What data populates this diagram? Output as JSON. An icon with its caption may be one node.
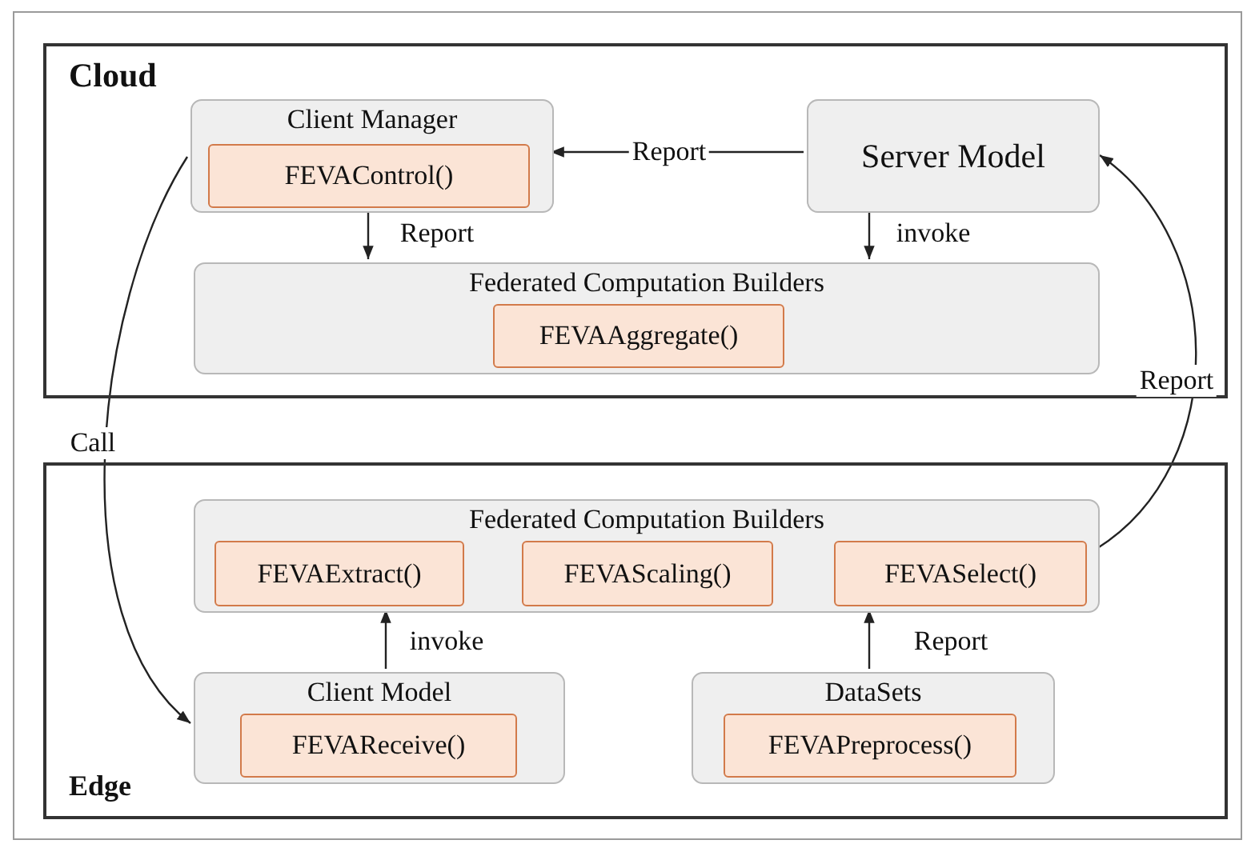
{
  "diagram": {
    "nodes": [
      {
        "text": [
          "Cloud"
        ]
      },
      {
        "text": [
          "Client Manager"
        ],
        "in": 0
      },
      {
        "text": [
          "FEVAControl()"
        ],
        "in": 1
      },
      {
        "text": [
          "Server Model"
        ],
        "in": 0
      },
      {
        "text": [
          "Federated Computation Builders"
        ],
        "in": 0
      },
      {
        "text": [
          "FEVAAggregate()"
        ],
        "in": 4
      },
      {
        "text": [
          "Edge"
        ]
      },
      {
        "text": [
          "Federated Computation Builders"
        ],
        "in": 6
      },
      {
        "text": [
          "FEVAExtract()"
        ],
        "in": 7
      },
      {
        "text": [
          "FEVAScaling()"
        ],
        "in": 7
      },
      {
        "text": [
          "FEVASelect()"
        ],
        "in": 7
      },
      {
        "text": [
          "Client Model"
        ],
        "in": 6
      },
      {
        "text": [
          "FEVAReceive()"
        ],
        "in": 11
      },
      {
        "text": [
          "DataSets"
        ],
        "in": 6
      },
      {
        "text": [
          "FEVAPreprocess()"
        ],
        "in": 13
      }
    ],
    "edges": [
      {
        "from": 3,
        "to": 1,
        "arrow": "to",
        "label": "Report"
      },
      {
        "from": 1,
        "to": 4,
        "arrow": "to",
        "label": "Report"
      },
      {
        "from": 3,
        "to": 4,
        "arrow": "to",
        "label": "invoke"
      },
      {
        "from": 1,
        "to": 11,
        "arrow": "to",
        "label": "Call"
      },
      {
        "from": 7,
        "to": 3,
        "arrow": "to",
        "label": "Report"
      },
      {
        "from": 11,
        "to": 7,
        "arrow": "to",
        "label": "invoke"
      },
      {
        "from": 13,
        "to": 7,
        "arrow": "to",
        "label": "Report"
      }
    ]
  }
}
